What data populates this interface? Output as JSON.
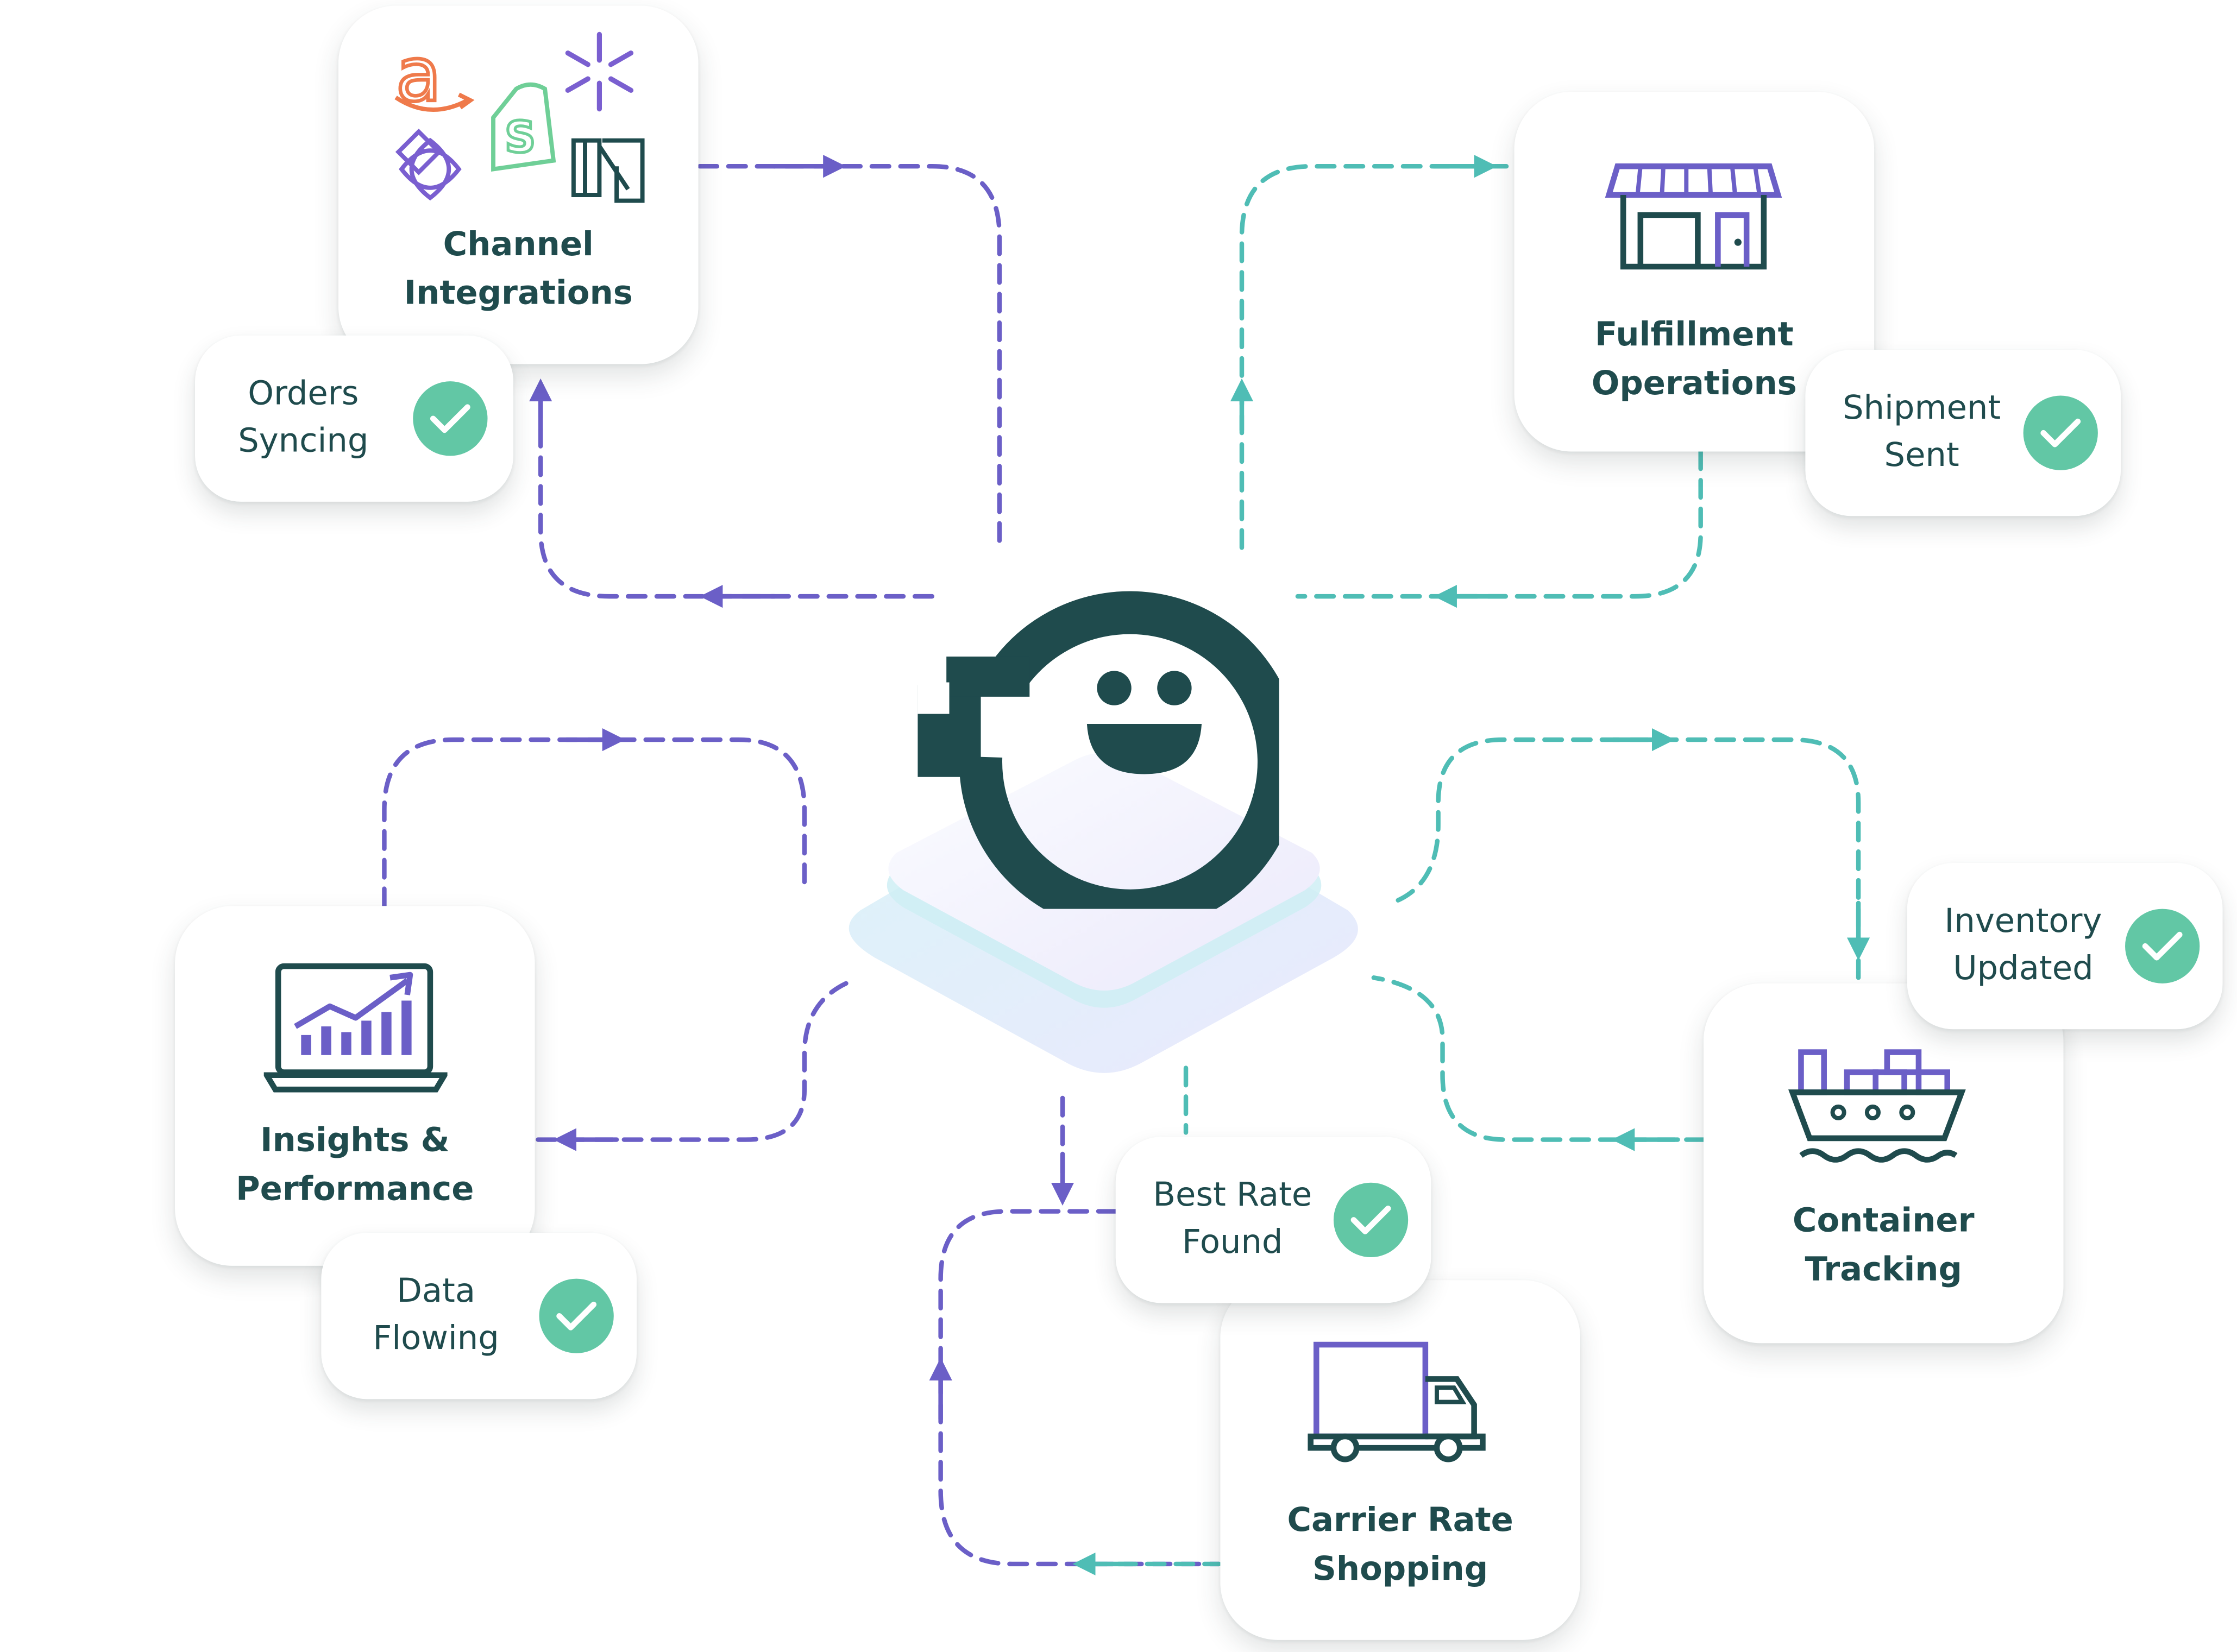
{
  "hub": {
    "logo_icon": "smiley-logo-icon"
  },
  "nodes": {
    "channel_integrations": {
      "title_line1": "Channel",
      "title_line2": "Integrations",
      "icon": "marketplace-logos-icon"
    },
    "fulfillment_operations": {
      "title_line1": "Fulfillment",
      "title_line2": "Operations",
      "icon": "storefront-icon"
    },
    "insights_performance": {
      "title_line1": "Insights &",
      "title_line2": "Performance",
      "icon": "laptop-chart-icon"
    },
    "container_tracking": {
      "title_line1": "Container",
      "title_line2": "Tracking",
      "icon": "cargo-ship-icon"
    },
    "carrier_rate_shopping": {
      "title_line1": "Carrier Rate",
      "title_line2": "Shopping",
      "icon": "delivery-truck-icon"
    }
  },
  "statuses": {
    "orders_syncing": {
      "line1": "Orders",
      "line2": "Syncing"
    },
    "shipment_sent": {
      "line1": "Shipment",
      "line2": "Sent"
    },
    "inventory_updated": {
      "line1": "Inventory",
      "line2": "Updated"
    },
    "best_rate_found": {
      "line1": "Best Rate",
      "line2": "Found"
    },
    "data_flowing": {
      "line1": "Data",
      "line2": "Flowing"
    }
  },
  "colors": {
    "purple": "#6b5fc7",
    "teal": "#4fbdb5",
    "dark_teal": "#1f4b4d",
    "check_green": "#62c7a5",
    "amazon_orange": "#ef7a4b",
    "shopify_green": "#6fcf97",
    "walmart_purple": "#7a5fd0"
  }
}
